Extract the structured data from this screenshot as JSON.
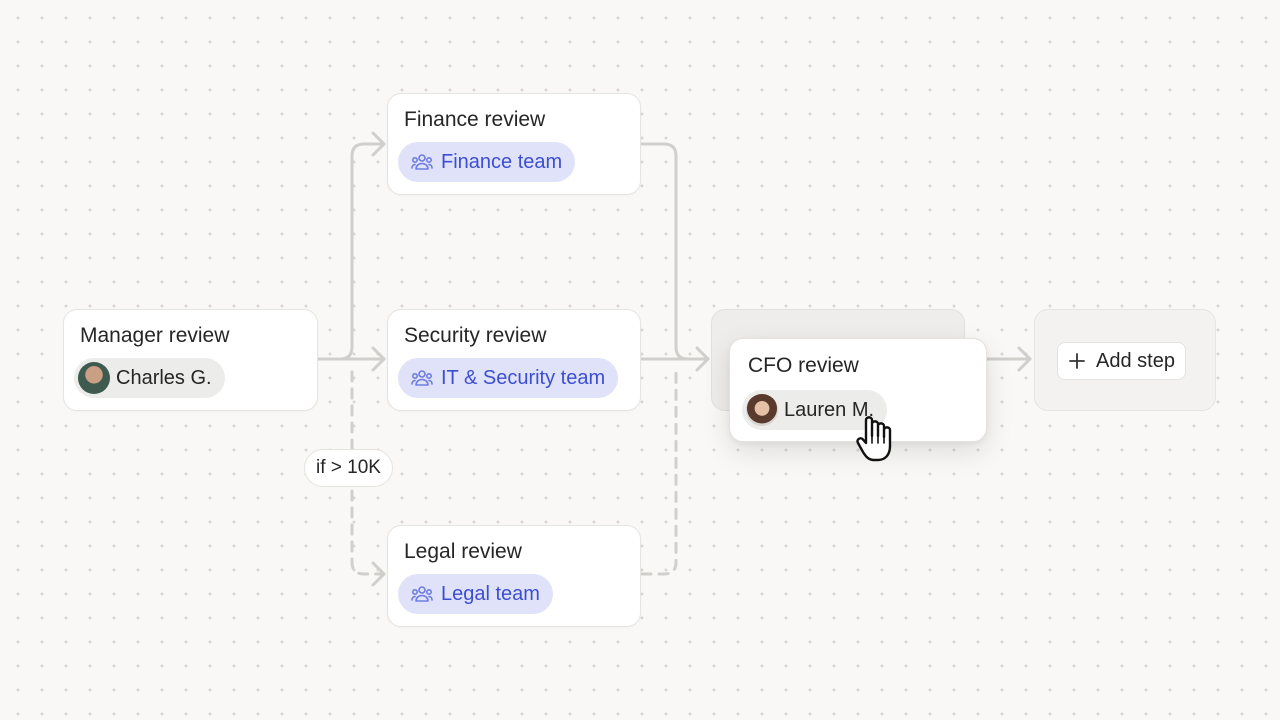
{
  "steps": {
    "manager": {
      "title": "Manager review",
      "assignee": "Charles G.",
      "assignee_type": "person",
      "avatar_icon": "person-avatar"
    },
    "finance": {
      "title": "Finance review",
      "assignee": "Finance team",
      "assignee_type": "team",
      "icon": "team-icon"
    },
    "security": {
      "title": "Security review",
      "assignee": "IT & Security team",
      "assignee_type": "team",
      "icon": "team-icon"
    },
    "legal": {
      "title": "Legal review",
      "assignee": "Legal team",
      "assignee_type": "team",
      "icon": "team-icon"
    },
    "cfo": {
      "title": "CFO review",
      "assignee": "Lauren M.",
      "assignee_type": "person",
      "avatar_icon": "person-avatar",
      "state": "dragging"
    }
  },
  "condition_label": "if > 10K",
  "add_step": {
    "label": "Add step",
    "icon": "plus-icon"
  },
  "cursor": {
    "icon": "hand-pointer-icon"
  },
  "colors": {
    "canvas": "#f9f8f6",
    "grid_dot": "#d9d6d1",
    "connector": "#d1cfcb",
    "team_chip_bg": "#dfe2f9",
    "team_chip_text": "#3c4fd1",
    "person_chip_bg": "#ececea"
  }
}
